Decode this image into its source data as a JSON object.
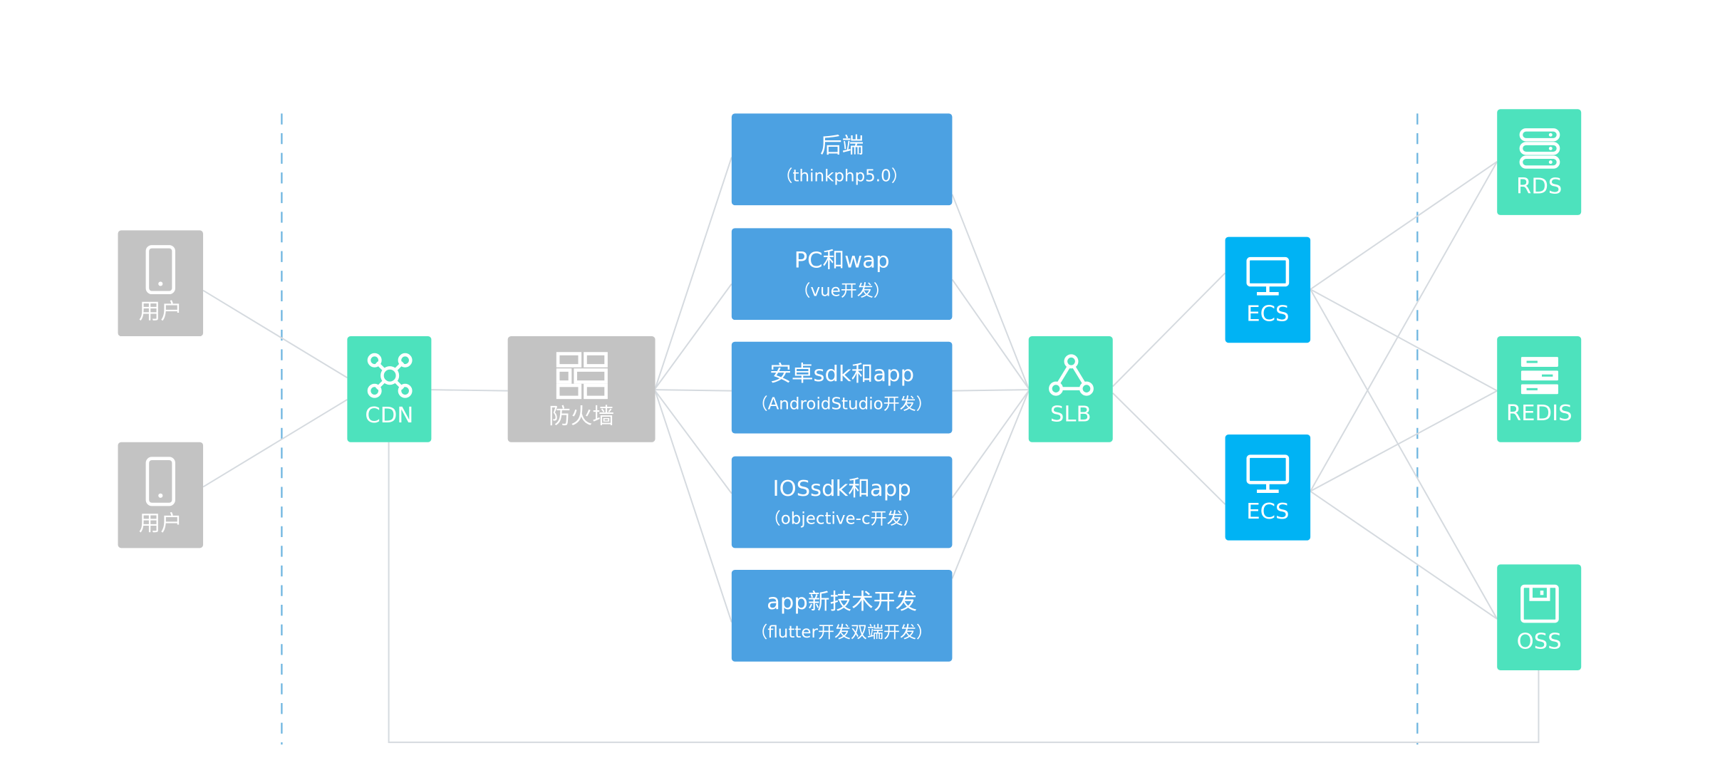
{
  "colors": {
    "gray_node": "#c3c3c3",
    "teal_node": "#4de2bd",
    "cyan_node": "#00b3f4",
    "blue_node": "#4ca1e2",
    "line": "#d5dadf",
    "dashed": "#6fb6e0"
  },
  "users": [
    {
      "label": "用户",
      "icon": "mobile-phone-icon"
    },
    {
      "label": "用户",
      "icon": "mobile-phone-icon"
    }
  ],
  "cdn": {
    "label": "CDN",
    "icon": "network-hub-icon"
  },
  "firewall": {
    "label": "防火墙",
    "icon": "brick-wall-icon"
  },
  "services": [
    {
      "title": "后端",
      "sub": "（thinkphp5.0）"
    },
    {
      "title": "PC和wap",
      "sub": "（vue开发）"
    },
    {
      "title": "安卓sdk和app",
      "sub": "（AndroidStudio开发）"
    },
    {
      "title": "IOSsdk和app",
      "sub": "（objective-c开发）"
    },
    {
      "title": "app新技术开发",
      "sub": "（flutter开发双端开发）"
    }
  ],
  "slb": {
    "label": "SLB",
    "icon": "load-balancer-triangle-icon"
  },
  "ecs": [
    {
      "label": "ECS",
      "icon": "monitor-icon"
    },
    {
      "label": "ECS",
      "icon": "monitor-icon"
    }
  ],
  "storage": [
    {
      "label": "RDS",
      "icon": "database-stack-icon"
    },
    {
      "label": "REDIS",
      "icon": "server-rack-icon"
    },
    {
      "label": "OSS",
      "icon": "floppy-disk-icon"
    }
  ]
}
